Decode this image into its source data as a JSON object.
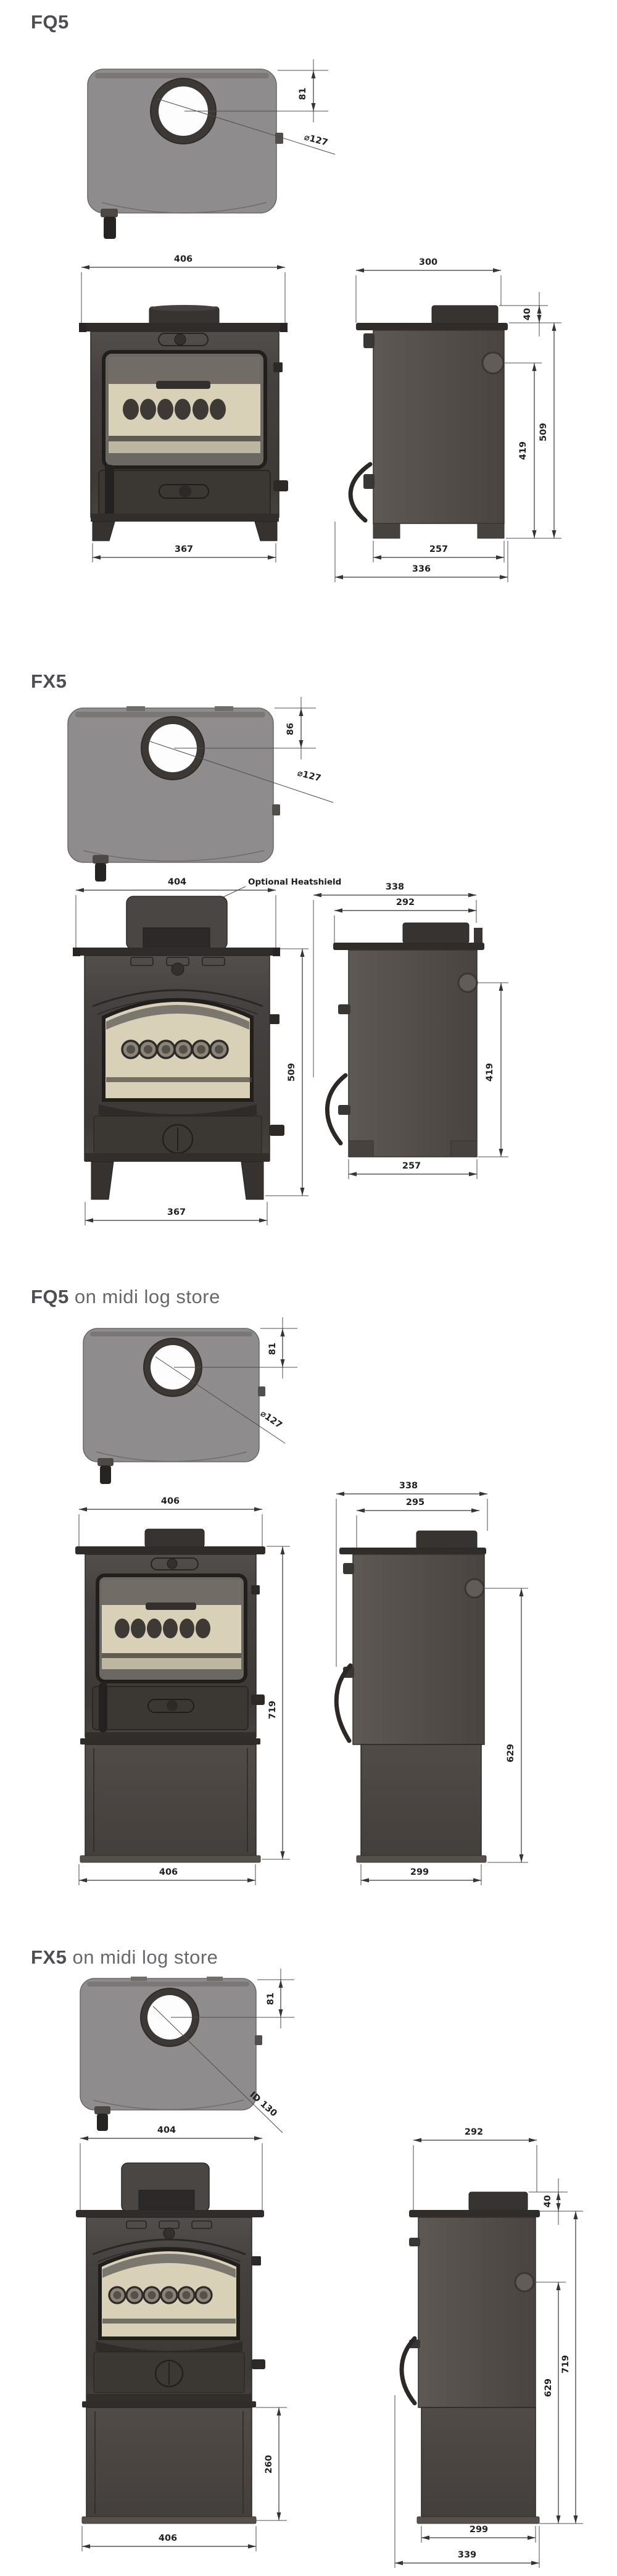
{
  "sections": [
    {
      "id": "fq5",
      "title_bold": "FQ5",
      "title_rest": "",
      "top_view": {
        "height_dim": "81",
        "flue_dim": "⌀127"
      },
      "front_view": {
        "top_width": "406",
        "bottom_width": "367"
      },
      "side_view": {
        "top_width": "300",
        "flue_height": "40",
        "outlet_height": "419",
        "total_height": "509",
        "base_depth": "257",
        "overall_depth": "336"
      }
    },
    {
      "id": "fx5",
      "title_bold": "FX5",
      "title_rest": "",
      "heatshield_label": "Optional Heatshield",
      "top_view": {
        "height_dim": "86",
        "flue_dim": "⌀127"
      },
      "front_view": {
        "top_width": "404",
        "height": "509",
        "bottom_width": "367"
      },
      "side_view": {
        "top_width": "338",
        "inner_width": "292",
        "outlet_height": "419",
        "base_depth": "257"
      }
    },
    {
      "id": "fq5-midi",
      "title_bold": "FQ5",
      "title_rest": " on midi log store",
      "top_view": {
        "height_dim": "81",
        "flue_dim": "⌀127"
      },
      "front_view": {
        "top_width": "406",
        "height": "719",
        "bottom_width": "406"
      },
      "side_view": {
        "top_width": "338",
        "inner_width": "295",
        "outlet_height": "629",
        "base_depth": "299"
      }
    },
    {
      "id": "fx5-midi",
      "title_bold": "FX5",
      "title_rest": " on midi log store",
      "top_view": {
        "height_dim": "81",
        "flue_dim": "ID 130"
      },
      "front_view": {
        "top_width": "404",
        "store_height": "260",
        "bottom_width": "406"
      },
      "side_view": {
        "top_width": "292",
        "flue_height": "40",
        "outlet_height": "629",
        "total_height": "719",
        "base_depth": "299",
        "overall_depth": "339"
      }
    }
  ]
}
